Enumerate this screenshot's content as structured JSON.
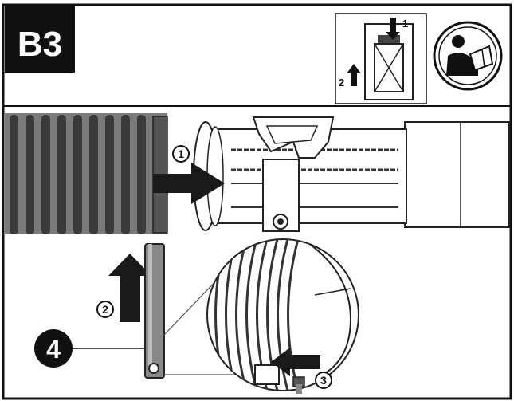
{
  "header": {
    "step_label": "B3",
    "thumb_label_1": "1",
    "thumb_label_2": "2"
  },
  "icons": {
    "thumbnail": "assembly-thumbnail-icon",
    "manual": "read-manual-icon"
  },
  "callouts": {
    "one": "1",
    "two": "2",
    "three": "3",
    "four": "4"
  },
  "colors": {
    "badge": "#111111",
    "badge_text": "#ffffff",
    "arrow": "#1a1a1a",
    "hose": "#6b6b6b",
    "hose_dark": "#333333"
  }
}
